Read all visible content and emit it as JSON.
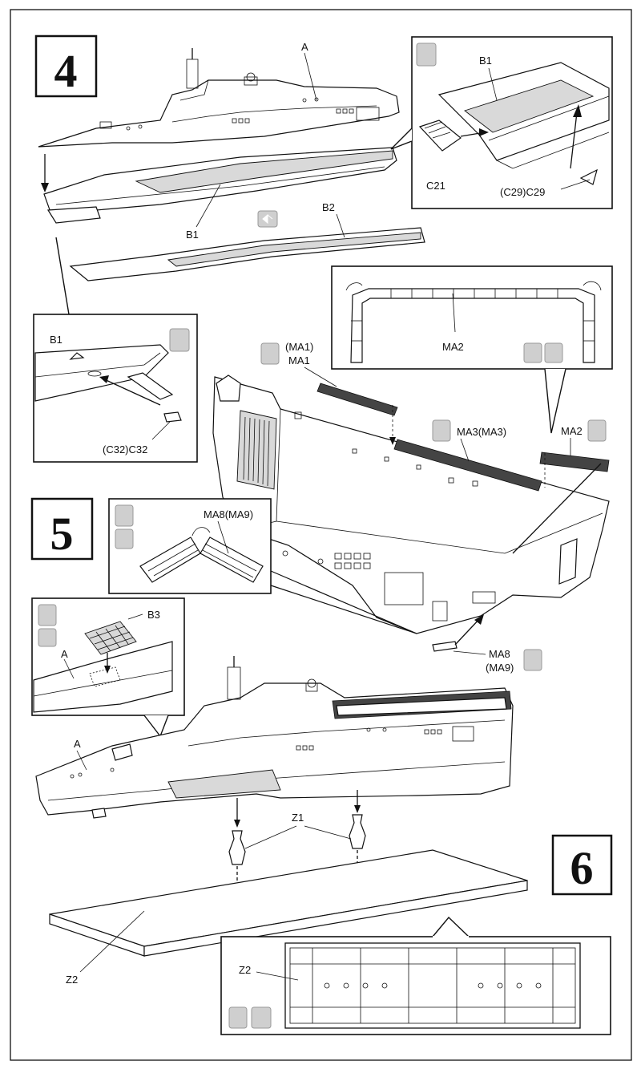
{
  "steps": {
    "s4": "4",
    "s5": "5",
    "s6": "6"
  },
  "labels": {
    "a_top": "A",
    "b1_hull": "B1",
    "b2": "B2",
    "b1_inset_top": "B1",
    "c21": "C21",
    "c29": "(C29)C29",
    "b1_inset_left": "B1",
    "c32": "(C32)C32",
    "ma1_paren": "(MA1)",
    "ma1": "MA1",
    "ma2_inset": "MA2",
    "ma3": "MA3(MA3)",
    "ma2": "MA2",
    "ma8_ma9_inset": "MA8(MA9)",
    "b3": "B3",
    "a_inset": "A",
    "a_ship": "A",
    "ma8": "MA8",
    "ma9": "(MA9)",
    "z1": "Z1",
    "z2": "Z2",
    "z2_inset": "Z2"
  },
  "icons": [
    "glue-icon",
    "flip-icon",
    "cement-icon",
    "optional-icon"
  ]
}
